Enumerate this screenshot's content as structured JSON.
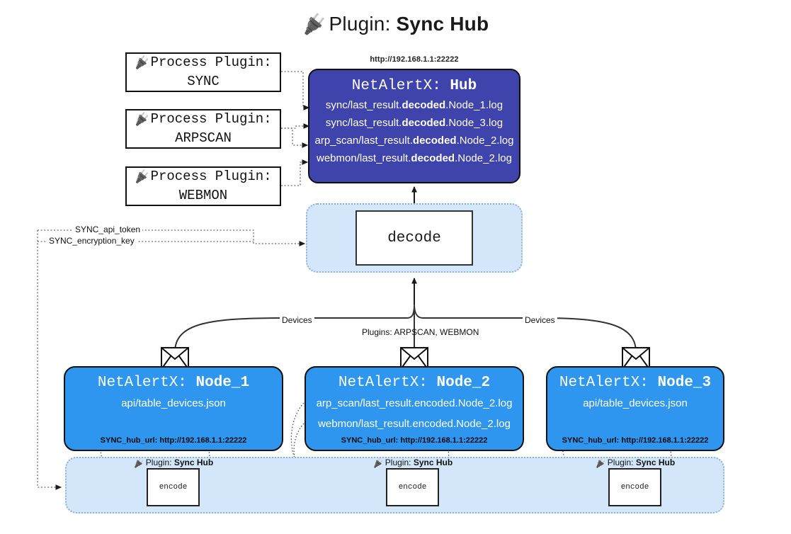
{
  "title": {
    "icon": "plug-icon",
    "prefix": "Plugin: ",
    "name": "Sync Hub"
  },
  "process_plugins": [
    {
      "icon": "plug-icon",
      "line1": "Process Plugin:",
      "line2": "SYNC"
    },
    {
      "icon": "plug-icon",
      "line1": "Process Plugin:",
      "line2": "ARPSCAN"
    },
    {
      "icon": "plug-icon",
      "line1": "Process Plugin:",
      "line2": "WEBMON"
    }
  ],
  "hub": {
    "url_label": "http://192.168.1.1:22222",
    "title_prefix": "NetAlertX: ",
    "title_name": "Hub",
    "logs": [
      {
        "pre": "sync/last_result.",
        "em": "decoded",
        "post": ".Node_1.log"
      },
      {
        "pre": "sync/last_result.",
        "em": "decoded",
        "post": ".Node_3.log"
      },
      {
        "pre": "arp_scan/last_result.",
        "em": "decoded",
        "post": ".Node_2.log"
      },
      {
        "pre": "webmon/last_result.",
        "em": "decoded",
        "post": ".Node_2.log"
      }
    ]
  },
  "decode": {
    "label": "decode"
  },
  "secrets": [
    {
      "label": "SYNC_api_token"
    },
    {
      "label": "SYNC_encryption_key"
    }
  ],
  "edge_labels": {
    "devices_left": "Devices",
    "devices_right": "Devices",
    "plugins_center": "Plugins: ARPSCAN, WEBMON"
  },
  "nodes": [
    {
      "title_prefix": "NetAlertX: ",
      "title_name": "Node_1",
      "lines": [
        "api/table_devices.json"
      ],
      "url_key": "SYNC_hub_url: ",
      "url_value": "http://192.168.1.1:22222",
      "plugin_caption_prefix": "Plugin: ",
      "plugin_caption_name": "Sync Hub",
      "encode_label": "encode"
    },
    {
      "title_prefix": "NetAlertX: ",
      "title_name": "Node_2",
      "lines": [
        "arp_scan/last_result.encoded.Node_2.log",
        "webmon/last_result.encoded.Node_2.log"
      ],
      "url_key": "SYNC_hub_url: ",
      "url_value": "http://192.168.1.1:22222",
      "plugin_caption_prefix": "Plugin: ",
      "plugin_caption_name": "Sync Hub",
      "encode_label": "encode"
    },
    {
      "title_prefix": "NetAlertX: ",
      "title_name": "Node_3",
      "lines": [
        "api/table_devices.json"
      ],
      "url_key": "SYNC_hub_url: ",
      "url_value": "http://192.168.1.1:22222",
      "plugin_caption_prefix": "Plugin: ",
      "plugin_caption_name": "Sync Hub",
      "encode_label": "encode"
    }
  ],
  "colors": {
    "hub": "#3e44ab",
    "node": "#2f96f0",
    "panel": "#d4e7fa",
    "panel_border": "#8fb4d8",
    "stroke": "#111111"
  }
}
